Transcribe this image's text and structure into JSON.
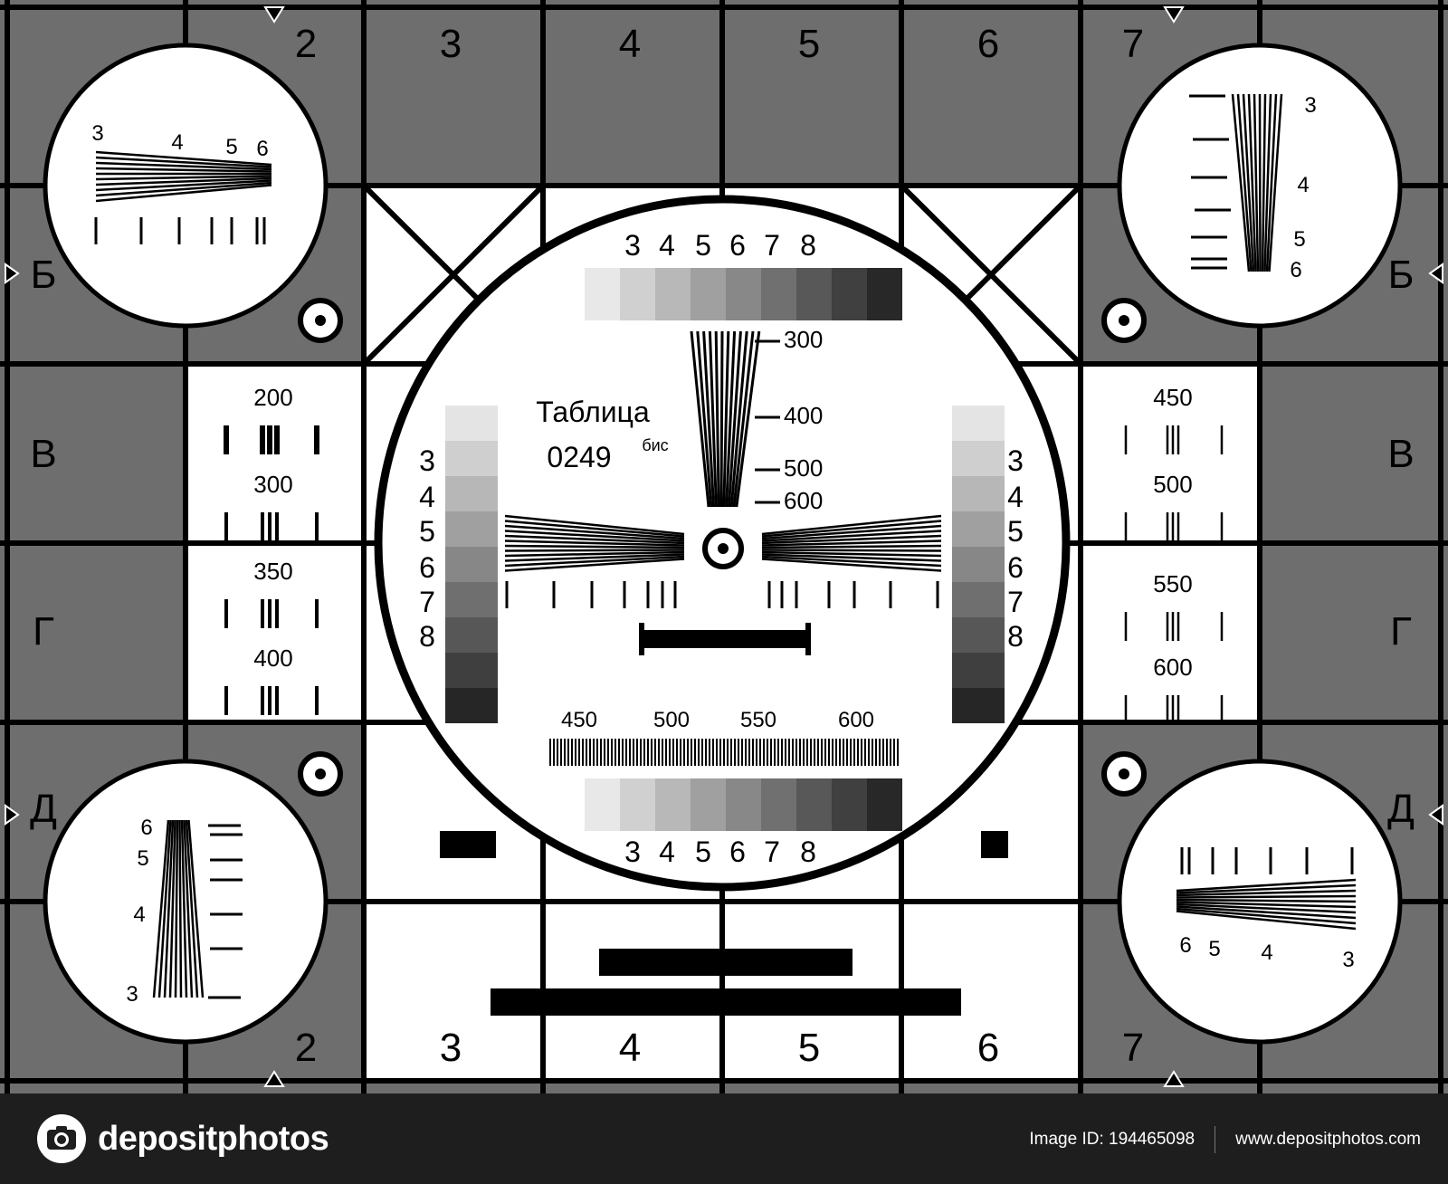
{
  "column_numbers": {
    "top": [
      "2",
      "3",
      "4",
      "5",
      "6",
      "7"
    ],
    "bottom": [
      "2",
      "3",
      "4",
      "5",
      "6",
      "7"
    ]
  },
  "row_letters": {
    "left": [
      "Б",
      "В",
      "Г",
      "Д"
    ],
    "right": [
      "Б",
      "В",
      "Г",
      "Д"
    ]
  },
  "center": {
    "title": "Таблица",
    "number": "0249",
    "suffix": "бис",
    "gray_scale_numbers": [
      "3",
      "4",
      "5",
      "6",
      "7",
      "8"
    ],
    "vertical_wedge_labels": [
      "300",
      "400",
      "500",
      "600"
    ],
    "horizontal_scale_labels": [
      "450",
      "500",
      "550",
      "600"
    ]
  },
  "left_inner": {
    "labels": [
      "200",
      "300",
      "350",
      "400"
    ]
  },
  "right_inner": {
    "labels": [
      "450",
      "500",
      "550",
      "600"
    ]
  },
  "corner_circles": {
    "top_left": [
      "3",
      "4",
      "5",
      "6"
    ],
    "top_right": [
      "3",
      "4",
      "5",
      "6"
    ],
    "bottom_left": [
      "6",
      "5",
      "4",
      "3"
    ],
    "bottom_right": [
      "6",
      "5",
      "4",
      "3"
    ]
  },
  "colors": {
    "background_gray": "#6e6e6e",
    "white": "#ffffff",
    "black": "#000000",
    "footer": "#1e1e1e"
  },
  "watermark": "depositphotos",
  "footer": {
    "brand": "depositphotos",
    "image_id": "Image ID: 194465098",
    "url": "www.depositphotos.com"
  }
}
